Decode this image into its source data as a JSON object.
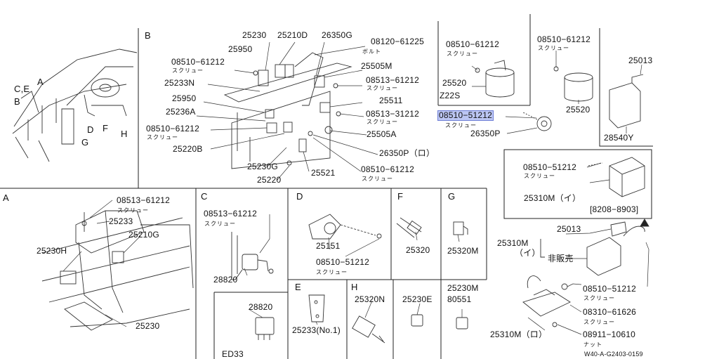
{
  "diagram_id": "W40-A-G2403-0159",
  "sections": {
    "B": "B",
    "A_top": "A",
    "C_top": "C,E",
    "B_top": "B",
    "G_top": "G",
    "D_top": "D",
    "F_top": "F",
    "H_top": "H",
    "A": "A",
    "C": "C",
    "D": "D",
    "F": "F",
    "G": "G",
    "E": "E",
    "H": "H"
  },
  "words": {
    "screw": "スクリュー",
    "bolt": "ボルト",
    "nut": "ナット",
    "not_sold": "非販売",
    "i": "（イ）",
    "ro": "（ロ）"
  },
  "parts": {
    "p25230": "25230",
    "p25210D": "25210D",
    "p26350G": "26350G",
    "p08120_61225": "08120−61225",
    "p25950a": "25950",
    "p08510_61212a": "08510−61212",
    "p25505M": "25505M",
    "p25233N": "25233N",
    "p08513_61212a": "08513−61212",
    "p25950b": "25950",
    "p25511": "25511",
    "p25236A": "25236A",
    "p08513_31212": "08513−31212",
    "p08510_61212b": "08510−61212",
    "p25505A": "25505A",
    "p25220B": "25220B",
    "p26350P_ro": "26350P（ロ）",
    "p25230G": "25230G",
    "p08510_61212c": "08510−61212",
    "p25521": "25521",
    "p25220": "25220",
    "p08510_61212_z": "08510−61212",
    "p25520_z": "25520",
    "z22s": "Z22S",
    "p08510_61212_r": "08510−61212",
    "p25520_r": "25520",
    "p25013_top": "25013",
    "p28540Y": "28540Y",
    "p08510_51212_hl": "08510−51212",
    "p26350P": "26350P",
    "p08510_51212_box": "08510−51212",
    "p25310M_i_box": "25310M（イ）",
    "date_range": "[8208−8903]",
    "p08513_61212_A": "08513−61212",
    "p25233": "25233",
    "p25210G": "25210G",
    "p25230H": "25230H",
    "p25230_A": "25230",
    "p08513_61212_C": "08513−61212",
    "p28820_C": "28820",
    "p28820_box": "28820",
    "ed33": "ED33",
    "p25151": "25151",
    "p08510_51212_D": "08510−51212",
    "p25320": "25320",
    "p25320M": "25320M",
    "p25233_no1": "25233(No.1)",
    "p25320N": "25320N",
    "p25230E": "25230E",
    "p25230M": "25230M",
    "p80551": "80551",
    "p25013_br": "25013",
    "p25310M_br": "25310M",
    "p08510_51212_br": "08510−51212",
    "p08310_61626": "08310−61626",
    "p25310M_ro": "25310M（ロ）",
    "p08911_10610": "08911−10610"
  }
}
